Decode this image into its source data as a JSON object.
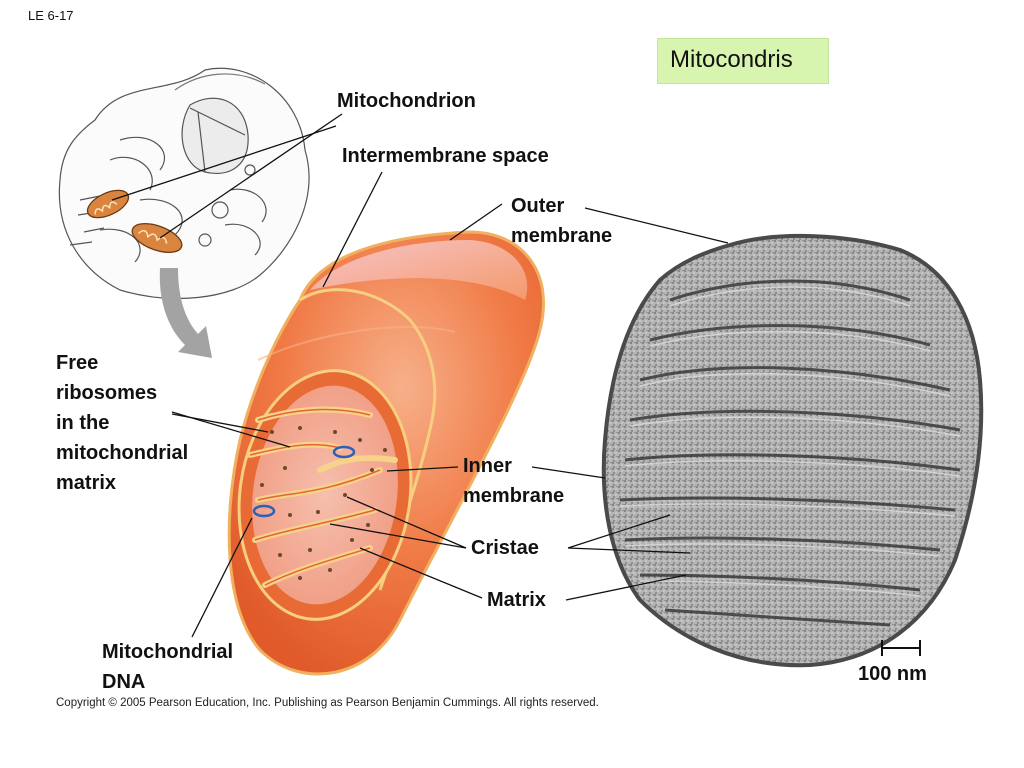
{
  "slide": {
    "id_label": "LE 6-17",
    "title": "Mitocondris",
    "copyright": "Copyright © 2005 Pearson Education, Inc. Publishing as Pearson Benjamin Cummings. All rights reserved."
  },
  "labels": {
    "mitochondrion": "Mitochondrion",
    "intermembrane_space": "Intermembrane space",
    "outer_membrane": "Outer\nmembrane",
    "free_ribosomes": "Free\nribosomes\nin the\nmitochondrial\nmatrix",
    "inner_membrane": "Inner\nmembrane",
    "cristae": "Cristae",
    "matrix": "Matrix",
    "mito_dna": "Mitochondrial\nDNA",
    "scale_bar": "100 nm"
  },
  "colors": {
    "title_bg": "#d8f5b0",
    "mito_outer": "#f07a45",
    "mito_light": "#f8c3a8",
    "cristae_fold": "#f6d28a",
    "dna_loop": "#2d5fb5",
    "micrograph": "#8a8a8a"
  }
}
